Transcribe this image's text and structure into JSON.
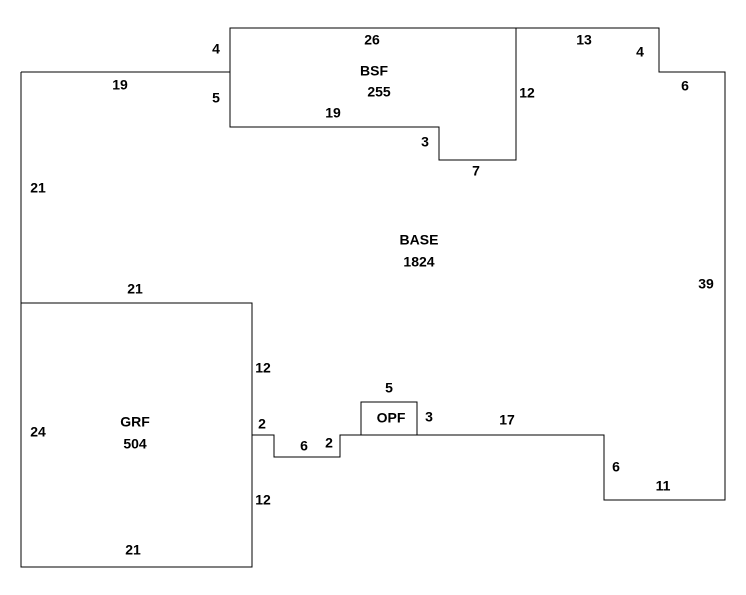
{
  "areas": {
    "base": {
      "label": "BASE",
      "value": "1824"
    },
    "bsf": {
      "label": "BSF",
      "value": "255"
    },
    "grf": {
      "label": "GRF",
      "value": "504"
    },
    "opf": {
      "label": "OPF"
    }
  },
  "dimensions": {
    "bsf_top": "26",
    "bsf_left_upper": "4",
    "bsf_left_lower": "5",
    "bsf_bottom": "19",
    "bsf_step_vertical": "3",
    "bsf_step_horizontal": "7",
    "bsf_right": "12",
    "base_top_left": "19",
    "base_top_right": "13",
    "base_right_step_vertical": "4",
    "base_right_step_horizontal": "6",
    "base_left": "21",
    "base_right": "39",
    "base_grf_shared": "21",
    "grf_right_upper": "12",
    "grf_left": "24",
    "grf_bottom": "21",
    "grf_right_lower": "12",
    "notch_vertical_left": "2",
    "notch_bottom": "6",
    "notch_vertical_right": "2",
    "opf_top": "5",
    "opf_right": "3",
    "base_bottom_middle": "17",
    "base_bottom_step_vertical": "6",
    "base_bottom_right": "11"
  }
}
